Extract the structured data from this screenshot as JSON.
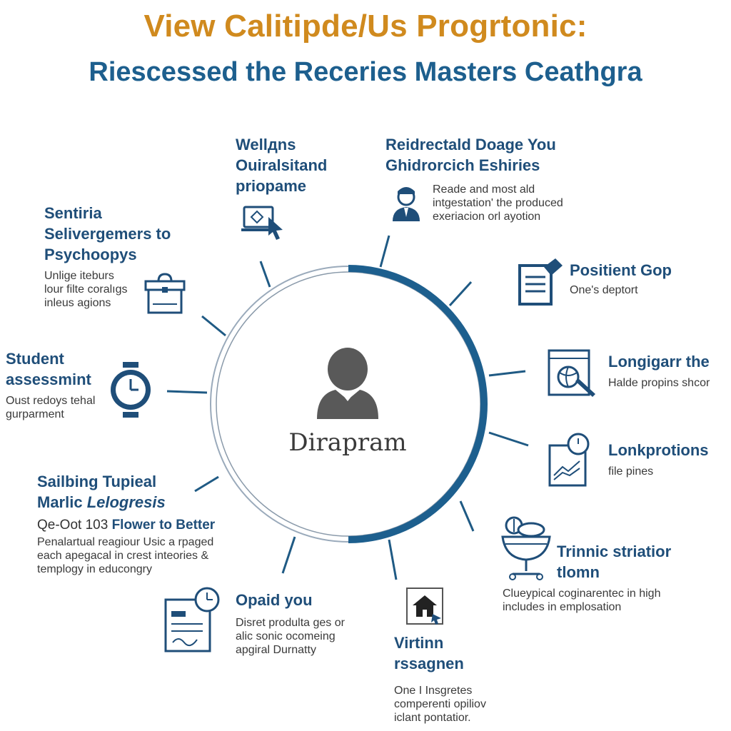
{
  "header": {
    "title": "View Calitipde/Us Progrtonic:",
    "subtitle": "Riescessed the Receries Masters Ceathgra"
  },
  "center": {
    "label": "Dirapram",
    "icon": "person-icon"
  },
  "colors": {
    "title": "#d08a1e",
    "heading": "#1f4e79",
    "ring": "#1d5f8e"
  },
  "nodes": {
    "wellness": {
      "heading": "Wellдns\nOuiralsitand\npriopame",
      "icon": "laptop-cursor-icon"
    },
    "redirect": {
      "heading": "Reidrectald Doage You\nGhidrorcich Eshiries",
      "body": "Reade and most ald\nintgestation' the produced\nexeriacion orl ayotion",
      "icon": "businessman-icon"
    },
    "sentiria": {
      "heading": "Sentiria\nSelivergemers to\nPsychoοpys",
      "body": "Unlige iteburs\nlour filte coralıgs\ninleus agions",
      "icon": "toolbox-icon"
    },
    "positient": {
      "heading": "Positient Gop",
      "body": "One's deptort",
      "icon": "document-pen-icon"
    },
    "student": {
      "heading": "Student\nassessmint",
      "body": "Oust redoys tehal\ngurparment",
      "icon": "stopwatch-icon"
    },
    "longigarr": {
      "heading": "Longigarr the",
      "body": "Halde propins shcor",
      "icon": "ball-window-icon"
    },
    "lonkprotions": {
      "heading": "Lonkprotions",
      "body": "file pines",
      "icon": "chart-clock-icon"
    },
    "sailbing": {
      "heading": "Sailbing Tupieal",
      "heading_italic_prefix": "Marlic ",
      "heading_italic": "Lelogresis",
      "lead_prefix": "Qe-Oot 103 ",
      "lead": "Flower to Better",
      "body": "Penalartual reagiour Usic a rpaged\neach apegacal in crest inteories &\ntemplogy in educongry"
    },
    "trinnic": {
      "heading": "Trinnic striatior\ntlomn",
      "body": "Clueypical coginarentec in high\nincludes in emplosation",
      "icon": "food-bowl-icon"
    },
    "opaid": {
      "heading": "Opaid you",
      "body": "Disret produlta ges or\nalic sonic ocomeing\napgiral Durnatty",
      "icon": "clipboard-clock-icon"
    },
    "virtinn": {
      "heading": "Virtinn\nrssagnen",
      "body": "One I Insgretes\ncomperenti opiliov\niclant pontatior.",
      "icon": "house-icon"
    }
  }
}
